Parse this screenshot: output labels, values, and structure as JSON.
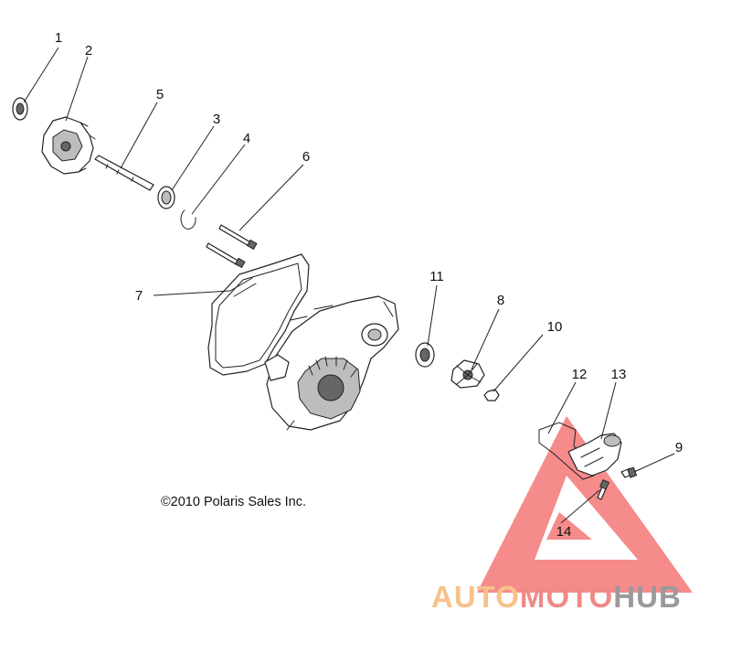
{
  "callouts": [
    "1",
    "2",
    "3",
    "4",
    "5",
    "6",
    "7",
    "8",
    "9",
    "10",
    "11",
    "12",
    "13",
    "14"
  ],
  "copyright": "©2010 Polaris Sales Inc.",
  "watermark": {
    "part1": "AUTO",
    "part2": "MOTO",
    "part3": "HUB",
    "color1": "#f6c28a",
    "color2": "#f08a86",
    "color3": "#9a9a9a",
    "triangle_color": "#f04a4a"
  }
}
